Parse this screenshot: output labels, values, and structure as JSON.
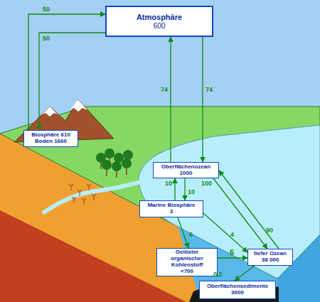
{
  "diagram": {
    "nodes": [
      {
        "text": [
          "Atmosphäre",
          "600"
        ]
      },
      {
        "text": [
          "Biosphäre 610",
          "Boden 1660"
        ]
      },
      {
        "text": [
          "Oberflächenozean",
          "1000"
        ]
      },
      {
        "text": [
          "Marine Biosphäre",
          "3"
        ]
      },
      {
        "text": [
          "Gelöster organischer Kohlenstoff",
          "<700"
        ]
      },
      {
        "text": [
          "tiefer Ozean",
          "38 000"
        ]
      },
      {
        "text": [
          "Oberflächensedimente",
          "3000"
        ]
      }
    ],
    "edges": [
      {
        "from": 1,
        "to": 0,
        "arrow": "to",
        "label": "50"
      },
      {
        "from": 0,
        "to": 1,
        "arrow": "to",
        "label": "50"
      },
      {
        "from": 2,
        "to": 0,
        "arrow": "to",
        "label": "74"
      },
      {
        "from": 0,
        "to": 2,
        "arrow": "to",
        "label": "74"
      },
      {
        "from": 3,
        "to": 2,
        "arrow": "to",
        "label": "10"
      },
      {
        "from": 2,
        "to": 3,
        "arrow": "to",
        "label": "10"
      },
      {
        "from": 5,
        "to": 2,
        "arrow": "to",
        "label": "100"
      },
      {
        "from": 2,
        "to": 5,
        "arrow": "to",
        "label": "90"
      },
      {
        "from": 3,
        "to": 4,
        "arrow": "to",
        "label": "6"
      },
      {
        "from": 3,
        "to": 5,
        "arrow": "to",
        "label": "4"
      },
      {
        "from": 4,
        "to": 5,
        "arrow": "to",
        "label": "6"
      },
      {
        "from": 5,
        "to": 6,
        "arrow": "to",
        "label": "0.2"
      }
    ]
  }
}
